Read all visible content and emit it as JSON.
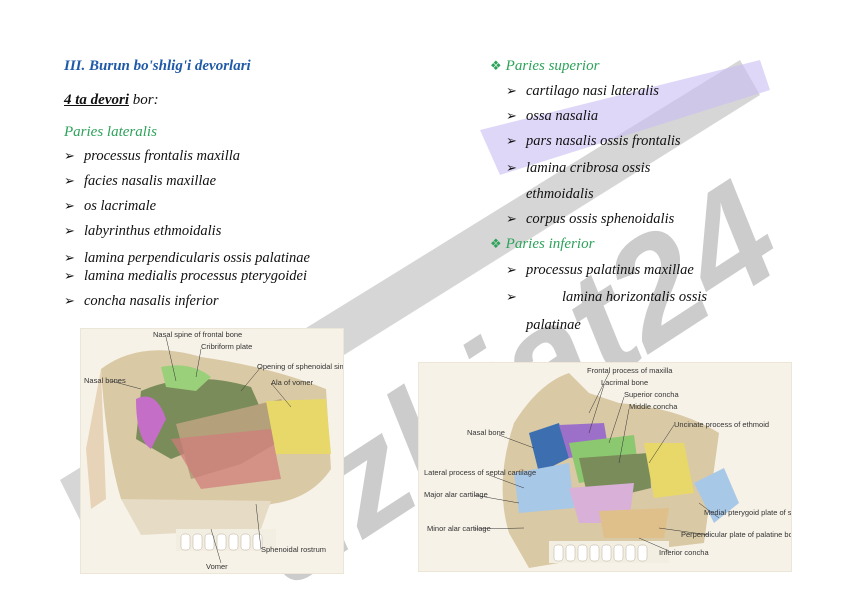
{
  "heading": "III. Burun bo'shlig'i devorlari",
  "subheading": {
    "bold": "4 ta devori",
    "rest": " bor:"
  },
  "paries_lateralis": {
    "title": "Paries lateralis",
    "items": [
      "processus frontalis maxilla",
      "facies nasalis maxillae",
      "os lacrimale",
      "labyrinthus ethmoidalis",
      "lamina perpendicularis ossis palatinae",
      "lamina medialis processus pterygoidei",
      "concha nasalis inferior"
    ]
  },
  "paries_superior": {
    "title": "Paries superior",
    "items": [
      "cartilago nasi lateralis",
      "ossa nasalia",
      "pars nasalis ossis frontalis",
      "lamina cribrosa ossis",
      "ethmoidalis",
      "corpus ossis sphenoidalis"
    ]
  },
  "paries_inferior": {
    "title": "Paries inferior",
    "items": [
      "processus palatinus maxillae",
      "lamina horizontalis ossis",
      "palatinae"
    ]
  },
  "figure_left_labels": [
    "Nasal spine of frontal bone",
    "Cribriform plate",
    "Opening of sphenoidal sinus",
    "Ala of vomer",
    "Nasal bones",
    "Sphenoidal rostrum",
    "Vomer"
  ],
  "figure_right_labels": [
    "Frontal process of maxilla",
    "Lacrimal bone",
    "Superior concha",
    "Middle concha",
    "Uncinate process of ethmoid",
    "Nasal bone",
    "Lateral process of septal cartilage",
    "Major alar cartilage",
    "Minor alar cartilage",
    "Medial pterygoid plate of sphenoid bone",
    "Perpendicular plate of palatine bone",
    "Inferior concha"
  ],
  "watermark": "uzbjat24",
  "colors": {
    "heading": "#1f5aa8",
    "green": "#2da35a",
    "watermark_gray": "#9a9a9a",
    "watermark_violet": "#b9a6f0"
  },
  "icons": {
    "bullet": "arrowhead-bullet-icon",
    "section": "diamond-cluster-icon"
  }
}
